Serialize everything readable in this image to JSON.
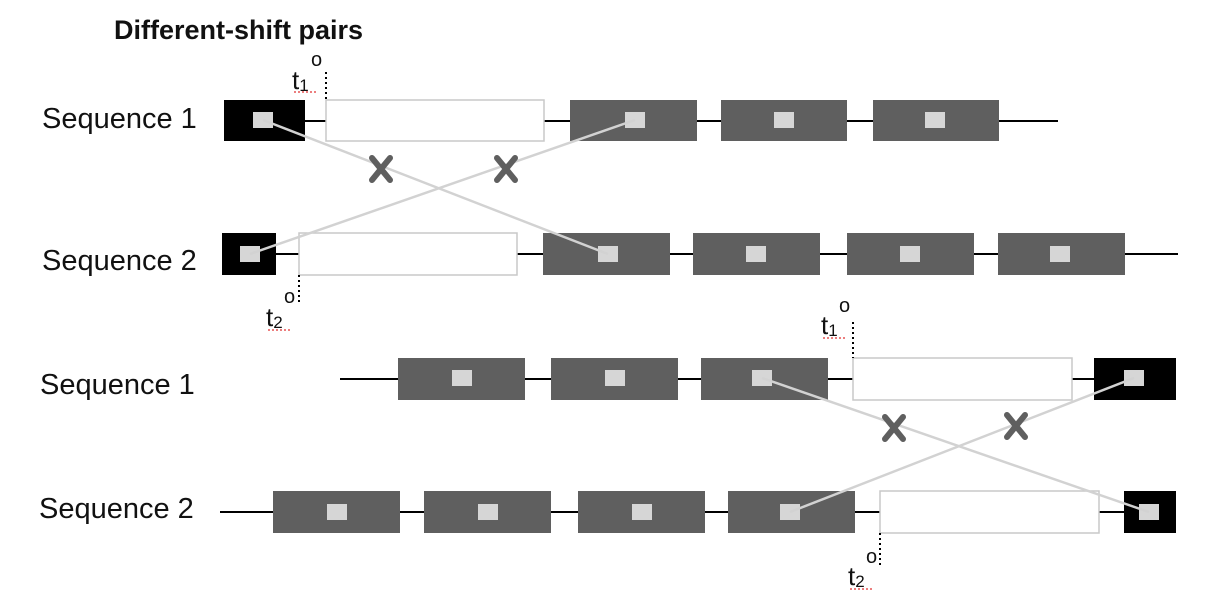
{
  "title": "Different-shift pairs",
  "colors": {
    "dark_block": "#5f5f5f",
    "black_block": "#000000",
    "empty_block_border": "#c8c8c8",
    "marker": "#d6d6d6",
    "connector": "#d2d2d2",
    "cross": "#5f5f5f",
    "baseline": "#000000"
  },
  "top_panel": {
    "sequence_1": {
      "label": "Sequence 1",
      "time_label": {
        "t": "t",
        "sub": "1",
        "deg": "o"
      }
    },
    "sequence_2": {
      "label": "Sequence 2",
      "time_label": {
        "t": "t",
        "sub": "2",
        "deg": "o"
      }
    },
    "cross_marker": "cross-icon"
  },
  "bottom_panel": {
    "sequence_1": {
      "label": "Sequence 1",
      "time_label": {
        "t": "t",
        "sub": "1",
        "deg": "o"
      }
    },
    "sequence_2": {
      "label": "Sequence 2",
      "time_label": {
        "t": "t",
        "sub": "2",
        "deg": "o"
      }
    },
    "cross_marker": "cross-icon"
  }
}
